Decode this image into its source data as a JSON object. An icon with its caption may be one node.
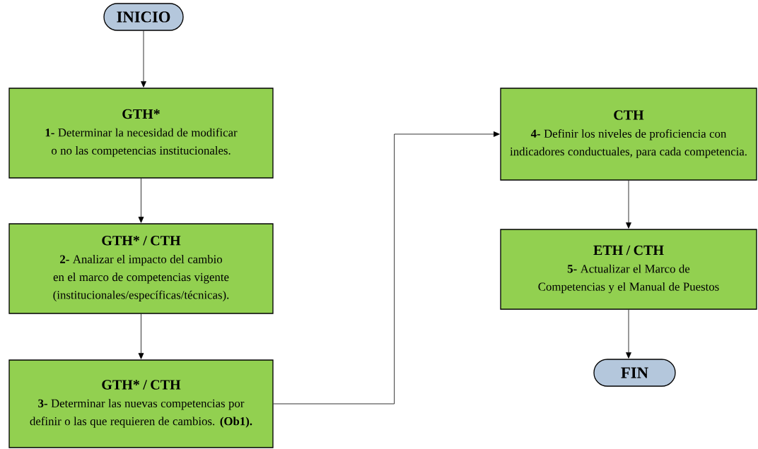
{
  "diagram": {
    "nodes": [
      {
        "text": [
          "INICIO"
        ]
      },
      {
        "text": [
          "GTH*",
          "**1-** Determinar la necesidad de modificar o no las competencias institucionales."
        ]
      },
      {
        "text": [
          "GTH* / CTH",
          "**2-** Analizar el impacto del cambio en el marco de competencias vigente (institucionales/específicas/técnicas)."
        ]
      },
      {
        "text": [
          "GTH* / CTH",
          "**3-** Determinar las nuevas competencias por definir o las que requieren de cambios. **(Ob1).**"
        ]
      },
      {
        "text": [
          "CTH",
          "**4-** Definir los niveles de proficiencia con indicadores conductuales, para cada competencia."
        ]
      },
      {
        "text": [
          "ETH / CTH",
          "**5-** Actualizar el Marco de Competencias y el Manual de Puestos"
        ]
      },
      {
        "text": [
          "FIN"
        ]
      }
    ],
    "edges": [
      {
        "from": 0,
        "to": 1,
        "arrow": "to"
      },
      {
        "from": 1,
        "to": 2,
        "arrow": "to"
      },
      {
        "from": 2,
        "to": 3,
        "arrow": "to"
      },
      {
        "from": 3,
        "to": 4,
        "arrow": "to"
      },
      {
        "from": 4,
        "to": 5,
        "arrow": "to"
      },
      {
        "from": 5,
        "to": 6,
        "arrow": "to"
      }
    ]
  }
}
